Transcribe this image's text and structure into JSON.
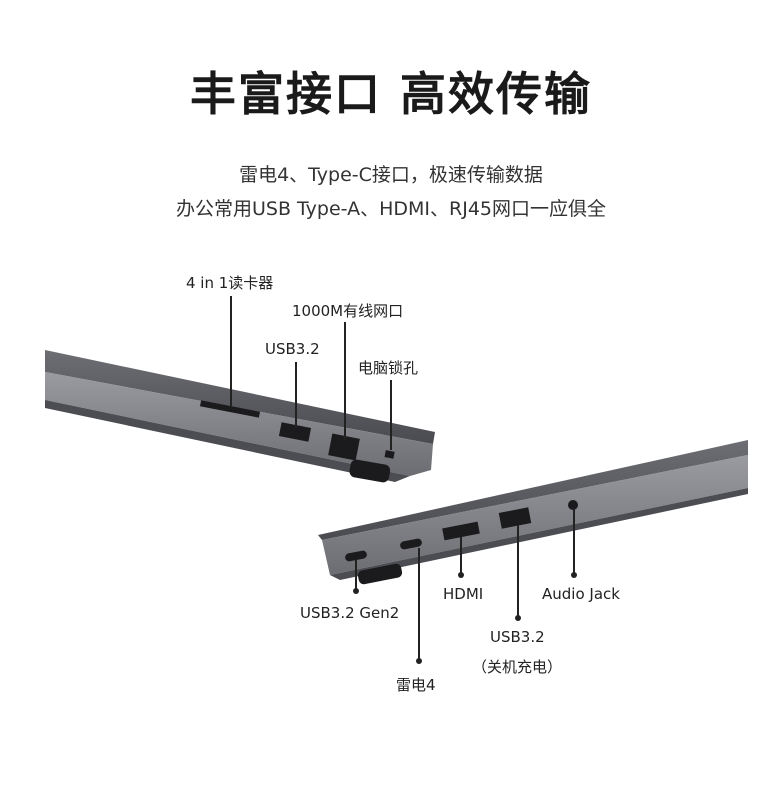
{
  "title": "丰富接口 高效传输",
  "subtitle_line1": "雷电4、Type-C接口，极速传输数据",
  "subtitle_line2": "办公常用USB Type-A、HDMI、RJ45网口一应俱全",
  "ports_right_side": {
    "card_reader": "4 in 1读卡器",
    "ethernet": "1000M有线网口",
    "usb": "USB3.2",
    "lock": "电脑锁孔"
  },
  "ports_left_side": {
    "usb_c_gen2": "USB3.2 Gen2",
    "thunderbolt": "雷电4",
    "hdmi": "HDMI",
    "usb_charge_line1": "USB3.2",
    "usb_charge_line2": "（关机充电）",
    "audio": "Audio Jack"
  },
  "colors": {
    "laptop_body": "#5a5b60",
    "laptop_edge": "#8d8e93",
    "port_black": "#1b1b1d",
    "text": "#222222"
  }
}
